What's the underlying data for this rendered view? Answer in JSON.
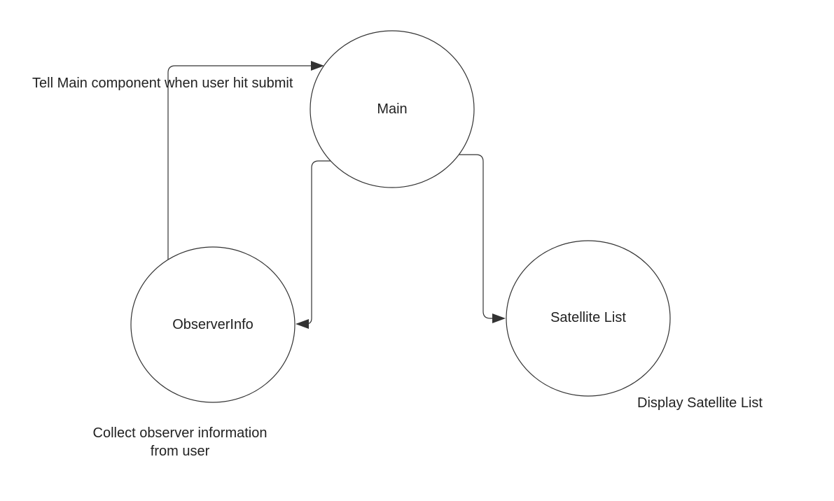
{
  "diagram": {
    "nodes": {
      "main": {
        "label": "Main"
      },
      "observer_info": {
        "label": "ObserverInfo"
      },
      "satellite_list": {
        "label": "Satellite List"
      }
    },
    "annotations": {
      "edge_submit": "Tell Main component when user hit submit",
      "observer_desc_line1": "Collect observer information",
      "observer_desc_line2": "from user",
      "satellite_desc": "Display Satellite List"
    },
    "colors": {
      "stroke": "#333333",
      "text": "#222222",
      "background": "#ffffff"
    }
  }
}
